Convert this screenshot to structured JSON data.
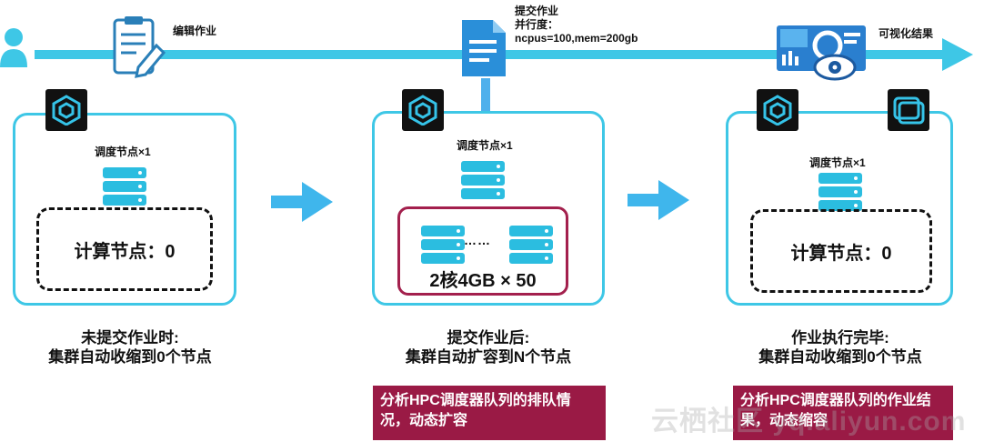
{
  "timeline": {
    "edit_job_label": "编辑作业",
    "submit_title": "提交作业",
    "submit_parallel": "并行度：",
    "submit_resources": "ncpus=100,mem=200gb",
    "visualize_label": "可视化结果"
  },
  "panels": {
    "left": {
      "scheduler_label": "调度节点×1",
      "compute_label": "计算节点：0",
      "caption_line1": "未提交作业时:",
      "caption_line2": "集群自动收缩到0个节点"
    },
    "middle": {
      "scheduler_label": "调度节点×1",
      "dots": "……",
      "compute_label": "2核4GB × 50",
      "caption_line1": "提交作业后:",
      "caption_line2": "集群自动扩容到N个节点",
      "note": "分析HPC调度器队列的排队情况，动态扩容"
    },
    "right": {
      "scheduler_label": "调度节点×1",
      "compute_label": "计算节点：0",
      "caption_line1": "作业执行完毕:",
      "caption_line2": "集群自动收缩到0个节点",
      "note": "分析HPC调度器队列的作业结果，动态缩容"
    }
  },
  "watermark": "云栖社区 yq.aliyun.com",
  "colors": {
    "accent": "#3ec7e6",
    "server": "#2bbde0",
    "note_bg": "#9a1a45",
    "arrow": "#3fb6ec"
  }
}
